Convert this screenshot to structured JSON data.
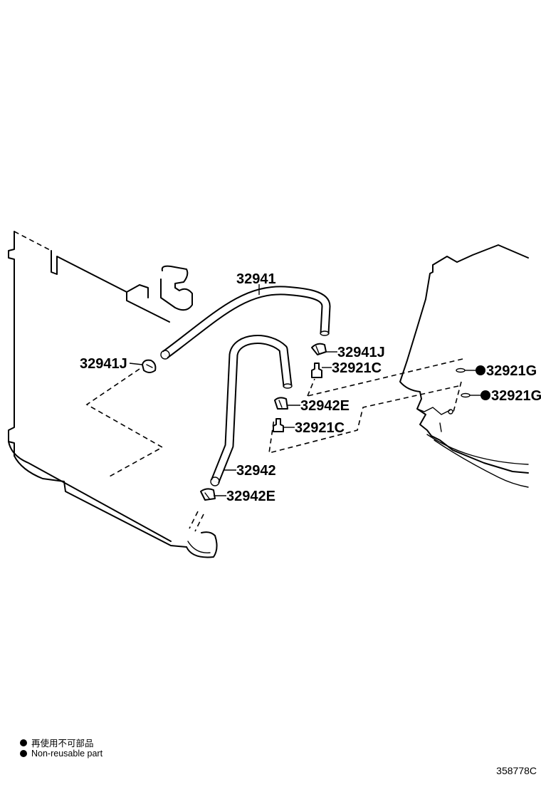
{
  "parts": {
    "hose_upper": "32941",
    "clip_upper_left": "32941J",
    "clip_upper_right": "32941J",
    "union_upper": "32921C",
    "gasket_upper": "32921G",
    "gasket_lower": "32921G",
    "clip_lower_upper": "32942E",
    "union_lower": "32921C",
    "hose_lower": "32942",
    "clip_lower_bottom": "32942E"
  },
  "legend": {
    "jp": "再使用不可部品",
    "en": "Non-reusable part"
  },
  "diagram_id": "358778C"
}
